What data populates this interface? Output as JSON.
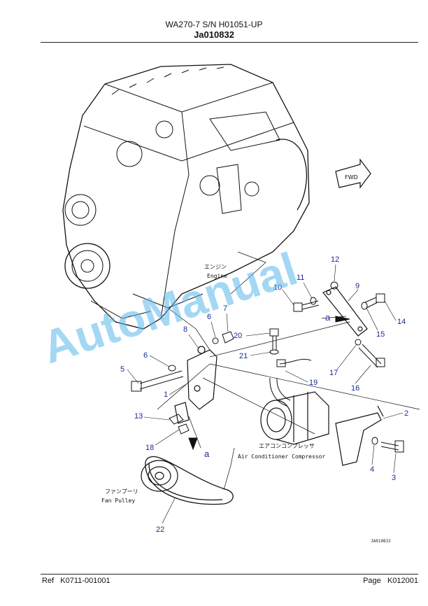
{
  "header": {
    "title": "WA270-7 S/N H01051-UP",
    "code": "Ja010832"
  },
  "footer": {
    "ref_label": "Ref",
    "ref_value": "K0711-001001",
    "page_label": "Page",
    "page_value": "K012001"
  },
  "labels": {
    "fwd": "FWD",
    "engine_jp": "エンジン",
    "engine_en": "Engine",
    "ac_jp": "エアコンコンプレッサ",
    "ac_en": "Air Conditioner Compressor",
    "fan_jp": "ファンプーリ",
    "fan_en": "Fan Pulley",
    "ref_letter_1": "a",
    "ref_letter_2": "a",
    "drawing_no": "JA010832",
    "watermark": "AutoManual"
  },
  "callouts": {
    "c1": "1",
    "c2": "2",
    "c3": "3",
    "c4": "4",
    "c5": "5",
    "c6a": "6",
    "c6b": "6",
    "c7": "7",
    "c8": "8",
    "c9": "9",
    "c10": "10",
    "c11": "11",
    "c12": "12",
    "c13": "13",
    "c14": "14",
    "c15": "15",
    "c16": "16",
    "c17": "17",
    "c18": "18",
    "c19": "19",
    "c20": "20",
    "c21": "21",
    "c22": "22"
  },
  "colors": {
    "callout": "#1a2a9a",
    "watermark": "#5bb8ea",
    "line": "#111111"
  }
}
